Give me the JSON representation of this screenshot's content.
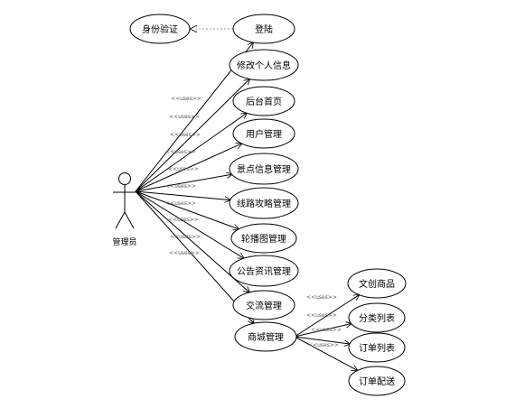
{
  "actor": {
    "label": "管理员"
  },
  "auth": {
    "label": "身份验证"
  },
  "use_cases": [
    {
      "id": "login",
      "label": "登陆"
    },
    {
      "id": "profile",
      "label": "修改个人信息"
    },
    {
      "id": "home",
      "label": "后台首页"
    },
    {
      "id": "users",
      "label": "用户管理"
    },
    {
      "id": "spots",
      "label": "景点信息管理"
    },
    {
      "id": "routes",
      "label": "线路攻略管理"
    },
    {
      "id": "carousel",
      "label": "轮播图管理"
    },
    {
      "id": "news",
      "label": "公告资讯管理"
    },
    {
      "id": "forum",
      "label": "交流管理"
    },
    {
      "id": "mall",
      "label": "商城管理"
    }
  ],
  "mall_children": [
    {
      "id": "goods",
      "label": "文创商品"
    },
    {
      "id": "category",
      "label": "分类列表"
    },
    {
      "id": "orders",
      "label": "订单列表"
    },
    {
      "id": "delivery",
      "label": "订单配送"
    }
  ],
  "stereotype": "<<uses>>",
  "colors": {
    "stroke": "#000000",
    "dashed": "#999999",
    "fill": "#ffffff"
  }
}
